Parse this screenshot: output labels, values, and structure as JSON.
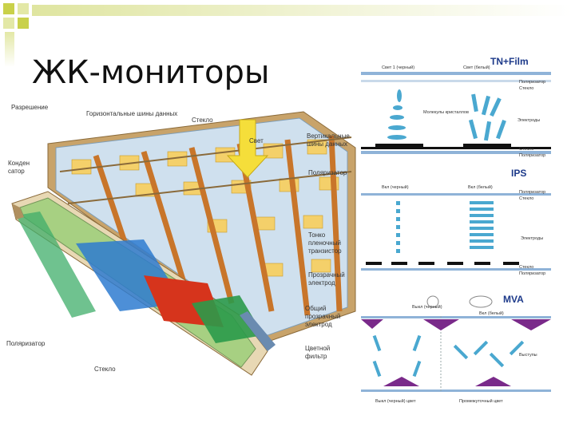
{
  "title": "ЖК-мониторы",
  "colors": {
    "corner_dark": "#e8ecb8",
    "corner_light": "#c9d14a",
    "accent_red": "#d23a1c",
    "accent_orange": "#d88a24",
    "glass": "#c9d9ea",
    "electrode": "#4aa8d0"
  },
  "left_labels": {
    "resolution": "Разрешение",
    "horizontal_lines": "Горизонтальные шины данных",
    "glass_top": "Стекло",
    "light": "Свет",
    "vertical_lines": "Вертикальные шины данных",
    "capacitor": "Конден сатор",
    "polarizer_right": "Поляризатор",
    "tft": "Тонко пленочный транзистор",
    "transparent_electrode": "Прозрачный электрод",
    "common_electrode": "Общий прозрачный электрод",
    "polarizer_left": "Поляризатор",
    "color_filter": "Цветной фильтр",
    "glass_bottom": "Стекло"
  },
  "panels": {
    "tn": {
      "header": "TN+Film",
      "labels": [
        "Свет 1 (черный)",
        "Свет (белый)",
        "Поляризатор",
        "Стекло",
        "Молекулы кристаллов",
        "Электроды",
        "Стекло",
        "Поляризатор"
      ]
    },
    "ips": {
      "header": "IPS",
      "labels": [
        "Вкл (черный)",
        "Вкл (белый)",
        "Поляризатор",
        "Стекло",
        "Электроды",
        "Стекло",
        "Поляризатор"
      ]
    },
    "mva": {
      "header": "MVA",
      "labels": [
        "Выкл (черный)",
        "Вкл (белый)",
        "Выступы",
        "Выкл (черный) цвет",
        "Промежуточный цвет"
      ]
    }
  }
}
